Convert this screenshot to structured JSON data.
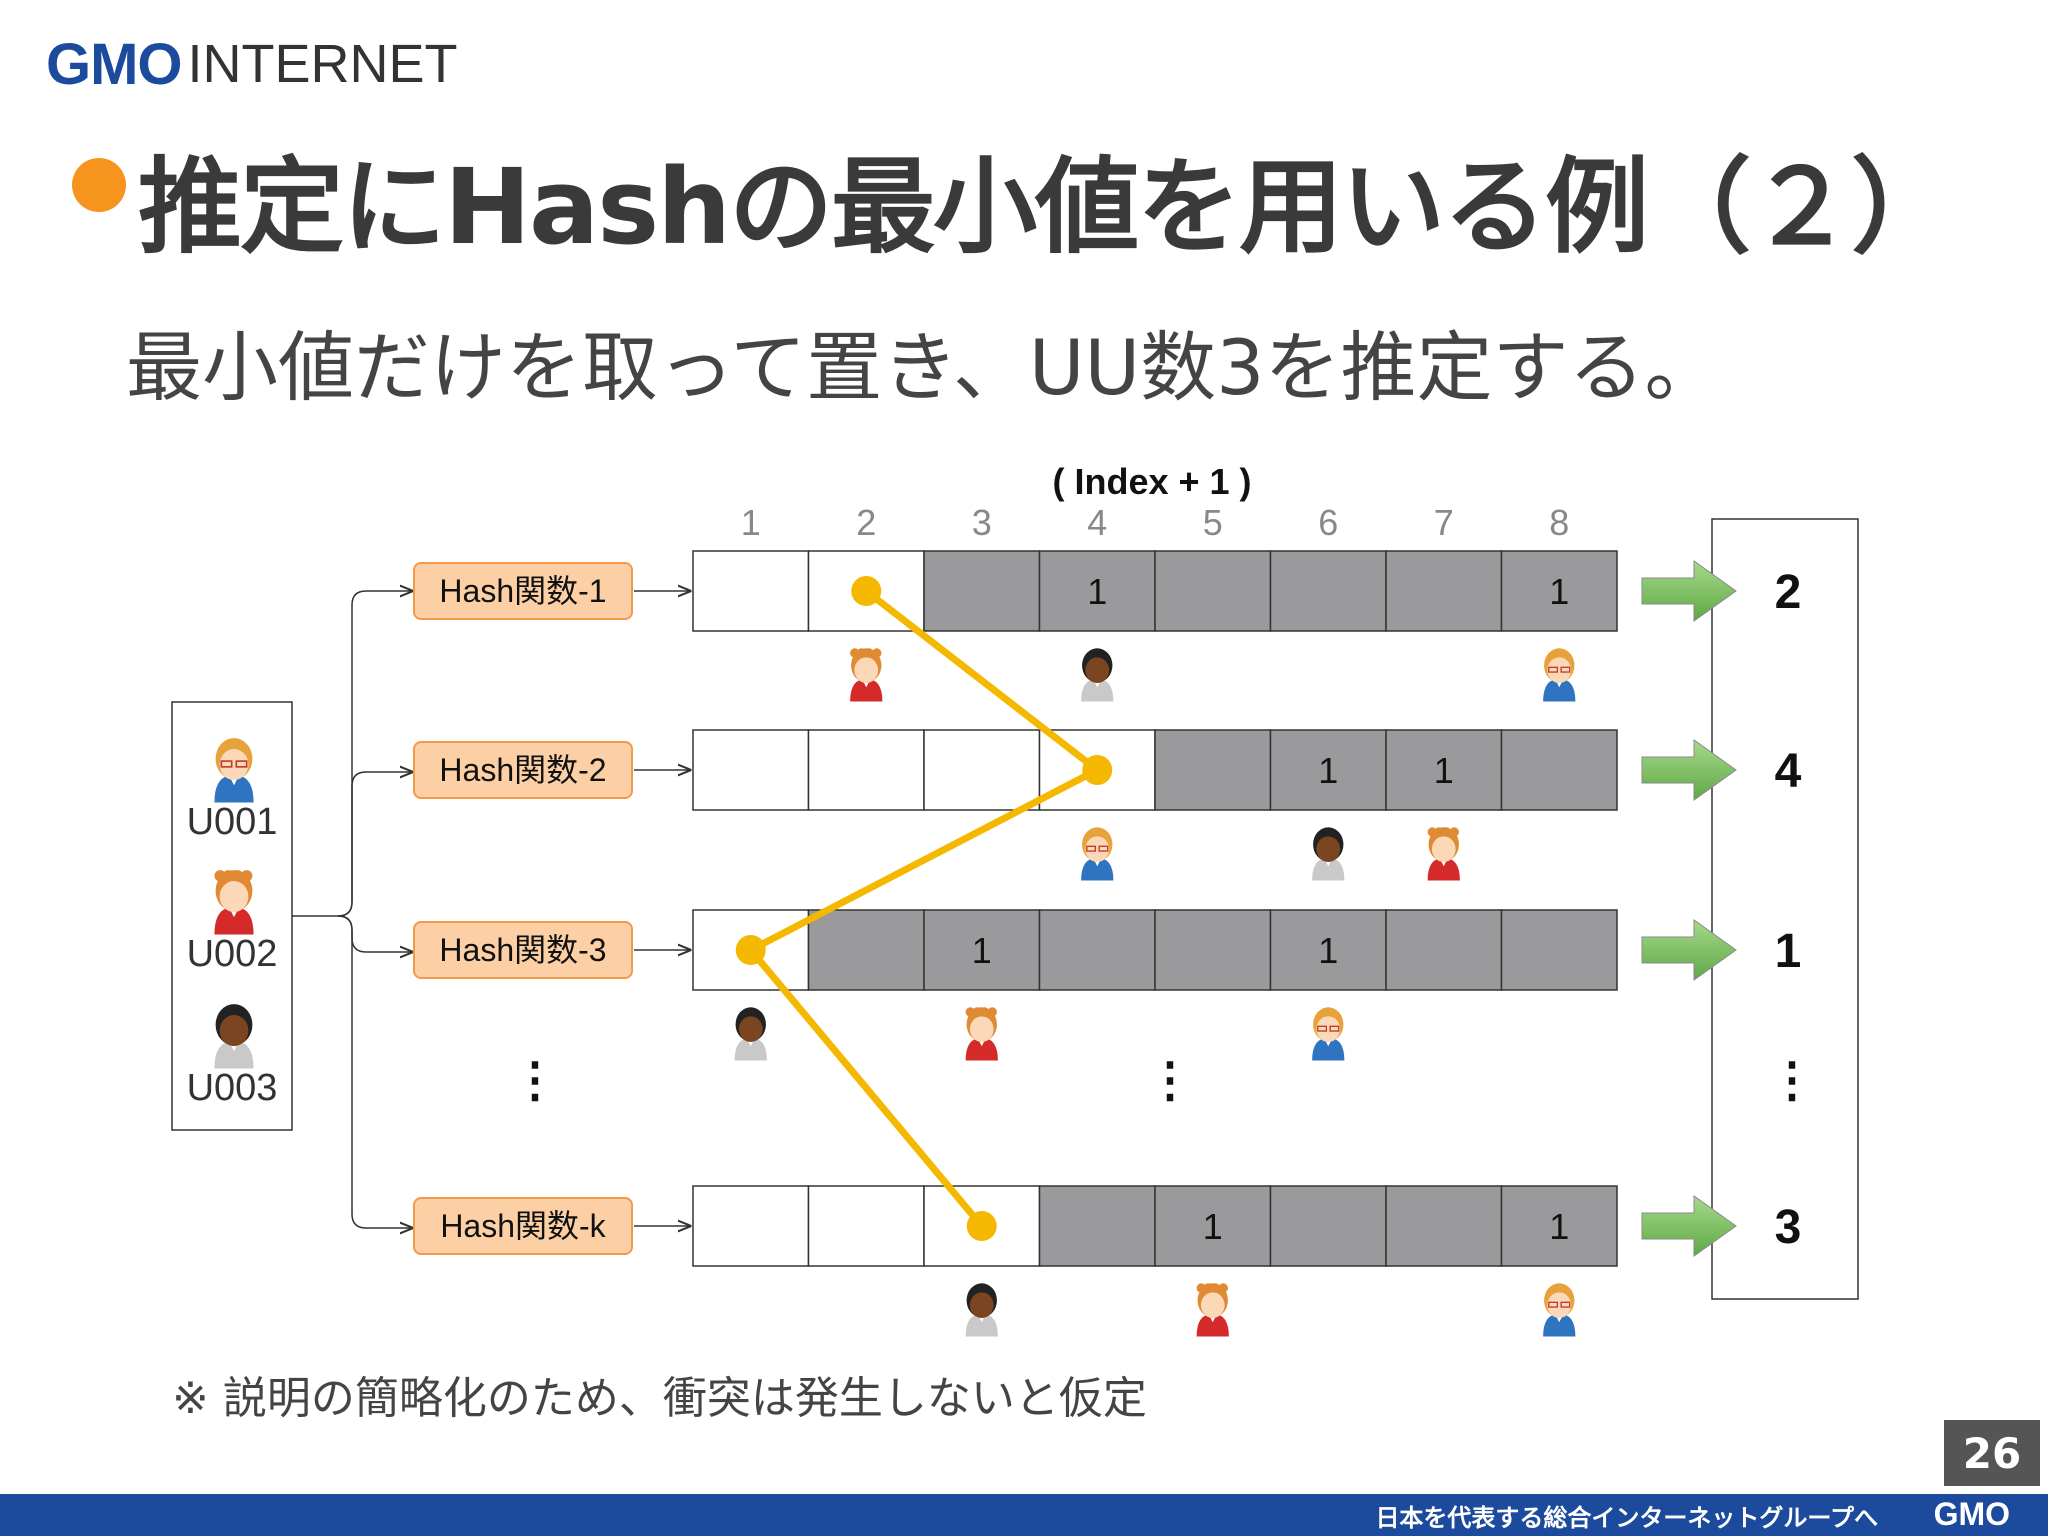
{
  "logo": {
    "brand": "GMO",
    "sub": "INTERNET"
  },
  "slide": {
    "title": "推定にHashの最小値を用いる例（２）",
    "subtitle": "最小値だけを取って置き、UU数3を推定する。",
    "footnote": "※ 説明の簡略化のため、衝突は発生しないと仮定",
    "page_number": "26"
  },
  "footer": {
    "tagline": "日本を代表する総合インターネットグループへ",
    "brand": "GMO"
  },
  "colors": {
    "accent_orange": "#f7941d",
    "hash_box_fill": "#fcd0a4",
    "hash_box_stroke": "#f29a4a",
    "cell_filled": "#9a999c",
    "min_line": "#f5b800",
    "arrow_green": "#7fc163",
    "footer_blue": "#1c4a9c"
  },
  "diagram": {
    "index_label": "( Index + 1 )",
    "columns": [
      "1",
      "2",
      "3",
      "4",
      "5",
      "6",
      "7",
      "8"
    ],
    "users": [
      {
        "id": "U001",
        "avatar": "glasses-user-icon"
      },
      {
        "id": "U002",
        "avatar": "red-shirt-user-icon"
      },
      {
        "id": "U003",
        "avatar": "dark-skin-user-icon"
      }
    ],
    "ellipsis": "⋮",
    "rows": [
      {
        "hash": "Hash関数-1",
        "shaded_from": 3,
        "ones": [
          4,
          8
        ],
        "min_col": 2,
        "result": "2",
        "placements": [
          {
            "col": 2,
            "user": "U002"
          },
          {
            "col": 4,
            "user": "U003"
          },
          {
            "col": 8,
            "user": "U001"
          }
        ]
      },
      {
        "hash": "Hash関数-2",
        "shaded_from": 5,
        "ones": [
          6,
          7
        ],
        "min_col": 4,
        "result": "4",
        "placements": [
          {
            "col": 4,
            "user": "U001"
          },
          {
            "col": 6,
            "user": "U003"
          },
          {
            "col": 7,
            "user": "U002"
          }
        ]
      },
      {
        "hash": "Hash関数-3",
        "shaded_from": 2,
        "ones": [
          3,
          6
        ],
        "min_col": 1,
        "result": "1",
        "placements": [
          {
            "col": 1,
            "user": "U003"
          },
          {
            "col": 3,
            "user": "U002"
          },
          {
            "col": 6,
            "user": "U001"
          }
        ]
      },
      {
        "hash": "Hash関数-k",
        "shaded_from": 4,
        "ones": [
          5,
          8
        ],
        "min_col": 3,
        "result": "3",
        "placements": [
          {
            "col": 3,
            "user": "U003"
          },
          {
            "col": 5,
            "user": "U002"
          },
          {
            "col": 8,
            "user": "U001"
          }
        ]
      }
    ]
  }
}
